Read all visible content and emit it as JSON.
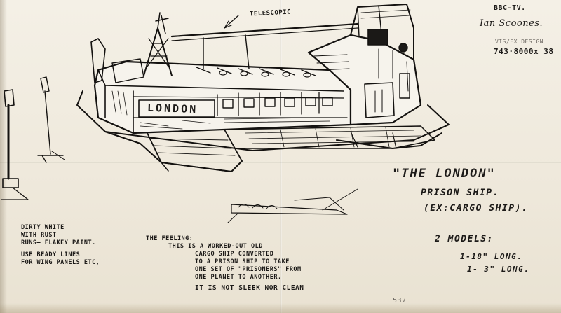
{
  "header": {
    "client": "BBC-TV.",
    "signature": "Ian Scoones.",
    "department": "VIS/FX DESIGN",
    "phone": "743·8000x 38"
  },
  "callout": {
    "telescopic": "TELESCOPIC"
  },
  "hull_lettering": "LONDON",
  "title_block": {
    "title": "\"THE LONDON\"",
    "line1": "PRISON SHIP.",
    "line2": "(EX:CARGO SHIP)."
  },
  "models": {
    "heading": "2 MODELS:",
    "items": [
      "1-18\" LONG.",
      "1- 3\" LONG."
    ]
  },
  "finish_notes": {
    "lines": [
      "DIRTY WHITE",
      "WITH RUST",
      "RUNS— FLAKEY PAINT.",
      "USE BEADY LINES",
      "FOR WING PANELS ETC,"
    ]
  },
  "feeling_notes": {
    "heading": "THE FEELING:",
    "lines": [
      "THIS IS A WORKED-OUT OLD",
      "CARGO SHIP CONVERTED",
      "TO A PRISON SHIP TO TAKE",
      "ONE SET OF \"PRISONERS\" FROM",
      "ONE PLANET TO ANOTHER.",
      "IT IS NOT SLEEK NOR CLEAN"
    ]
  },
  "page_number": "537"
}
